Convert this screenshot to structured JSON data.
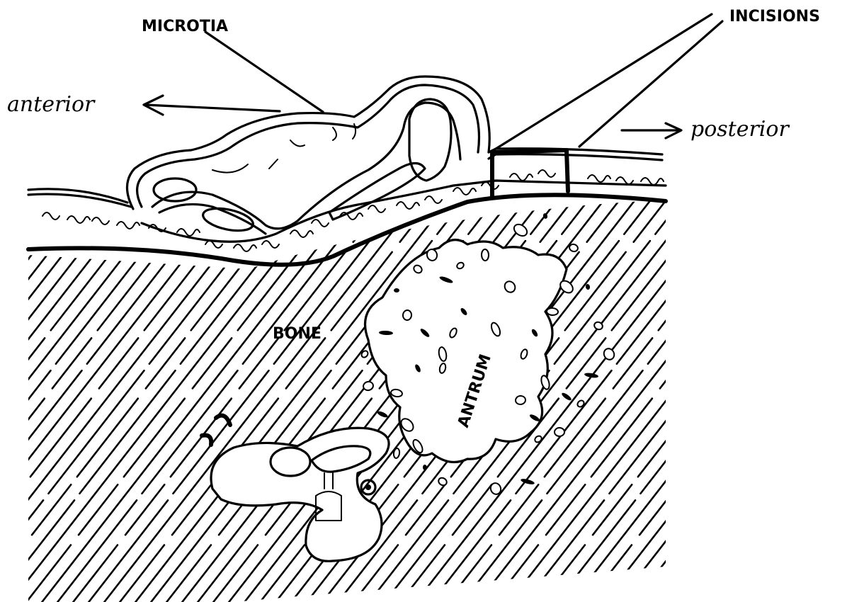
{
  "labels": {
    "microtia": "MICROTIA",
    "incisions": "INCISIONS",
    "anterior": "anterior",
    "posterior": "posterior",
    "bone": "BONE",
    "antrum": "ANTRUM"
  },
  "colors": {
    "ink": "#000000",
    "paper": "#ffffff"
  }
}
